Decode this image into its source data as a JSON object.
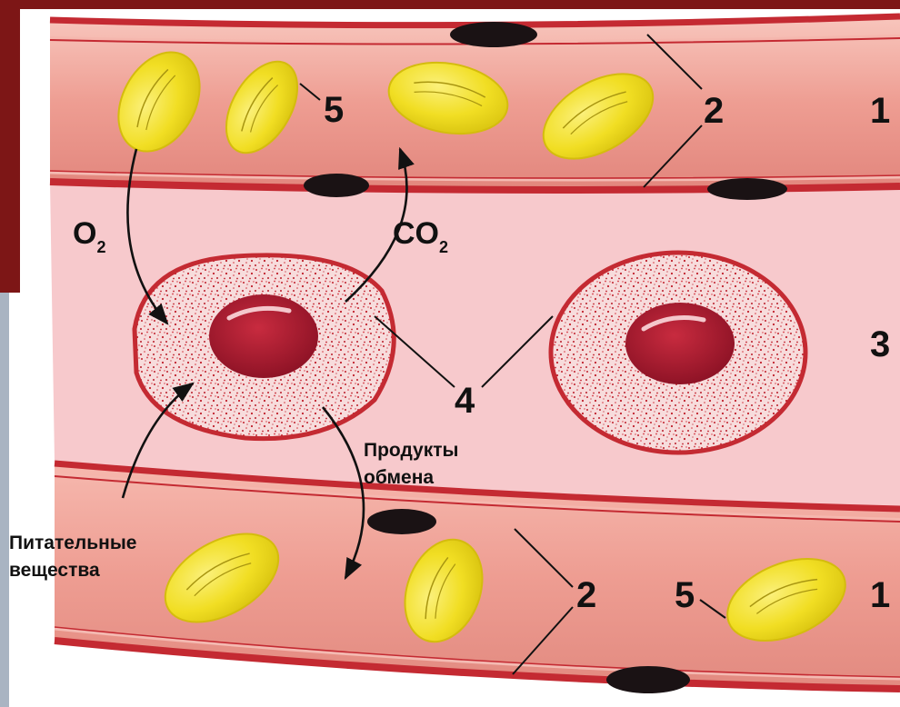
{
  "labels": {
    "lumen_top": "1",
    "lumen_bottom": "1",
    "wall_top": "2",
    "wall_bottom": "2",
    "space": "3",
    "cell": "4",
    "rbc_top": "5",
    "rbc_bottom": "5",
    "o2_main": "O",
    "o2_sub": "2",
    "co2_main": "CO",
    "co2_sub": "2",
    "products_line1": "Продукты",
    "products_line2": "обмена",
    "nutrients_line1": "Питательные",
    "nutrients_line2": "вещества"
  },
  "colors": {
    "frame": "#7d1616",
    "vessel": "#ef9e93",
    "vessel_wall": "#c42a32",
    "tissue": "#f7c9cc",
    "rbc": "#f1de23",
    "nucleus": "#a51c30",
    "endothelial_nucleus": "#1a1214"
  }
}
